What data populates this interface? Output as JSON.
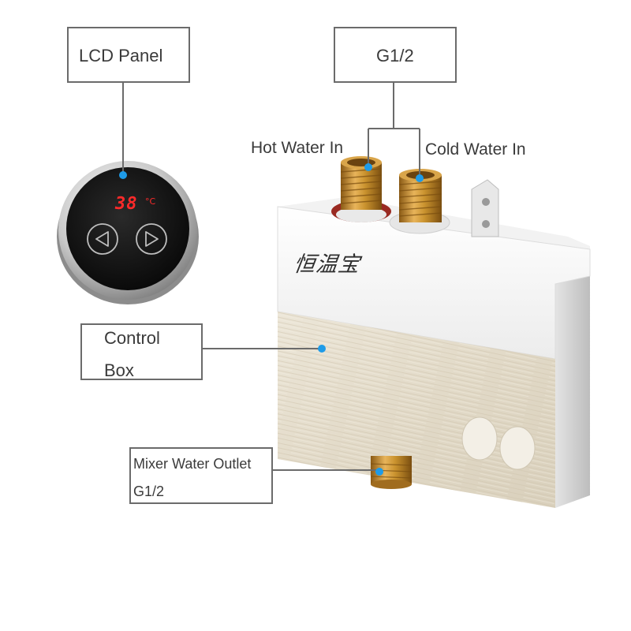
{
  "labels": {
    "lcd_panel": "LCD Panel",
    "g12": "G1/2",
    "hot_water_in": "Hot Water In",
    "cold_water_in": "Cold Water In",
    "control_box_line1": "Control",
    "control_box_line2": "Box",
    "mixer_outlet_line1": "Mixer Water Outlet",
    "mixer_outlet_line2": "G1/2"
  },
  "lcd": {
    "temperature": "38",
    "unit": "°C",
    "left_button_icon": "triangle-left-icon",
    "right_button_icon": "triangle-right-icon"
  },
  "brand_logo": "恒温宝",
  "colors": {
    "callout_dot": "#1e9be8",
    "callout_line": "#6b6b6b",
    "lcd_digits": "#ff2a2a",
    "brass": "#c9922e"
  }
}
